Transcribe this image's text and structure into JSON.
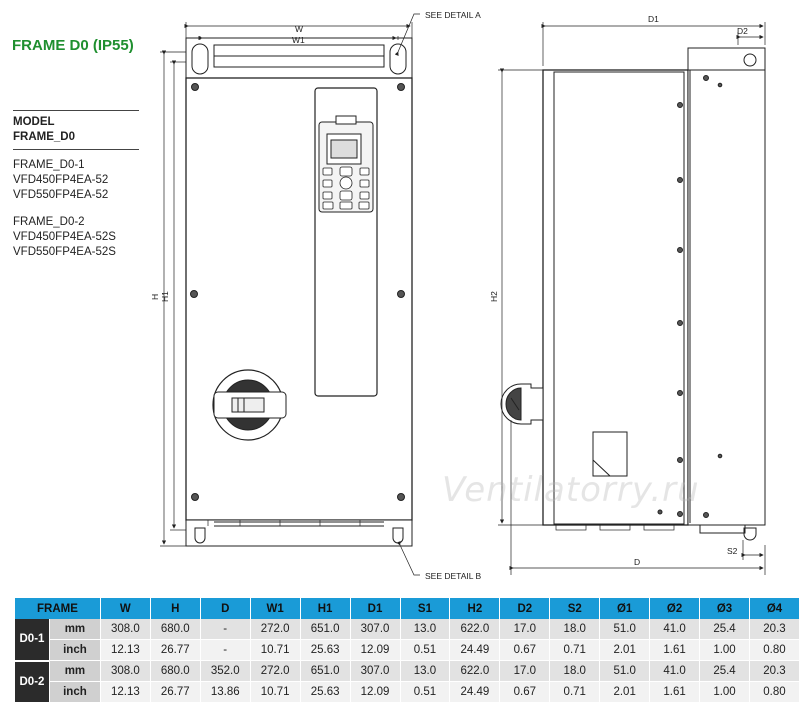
{
  "title": "FRAME D0 (IP55)",
  "models": {
    "header": [
      "MODEL",
      "FRAME_D0"
    ],
    "group1": [
      "FRAME_D0-1",
      "VFD450FP4EA-52",
      "VFD550FP4EA-52"
    ],
    "group2": [
      "FRAME_D0-2",
      "VFD450FP4EA-52S",
      "VFD550FP4EA-52S"
    ]
  },
  "callouts": {
    "detail_a": "SEE DETAIL A",
    "detail_b": "SEE DETAIL B"
  },
  "dimension_labels": {
    "w": "W",
    "w1": "W1",
    "h": "H",
    "h1": "H1",
    "h2": "H2",
    "d": "D",
    "d1": "D1",
    "d2": "D2",
    "s2": "S2"
  },
  "watermark": "Ventilatorry.ru",
  "table": {
    "headers": [
      "FRAME",
      "W",
      "H",
      "D",
      "W1",
      "H1",
      "D1",
      "S1",
      "H2",
      "D2",
      "S2",
      "Ø1",
      "Ø2",
      "Ø3",
      "Ø4"
    ],
    "groups": [
      {
        "frame": "D0-1",
        "rows": [
          {
            "unit": "mm",
            "values": [
              "308.0",
              "680.0",
              "-",
              "272.0",
              "651.0",
              "307.0",
              "13.0",
              "622.0",
              "17.0",
              "18.0",
              "51.0",
              "41.0",
              "25.4",
              "20.3"
            ]
          },
          {
            "unit": "inch",
            "values": [
              "12.13",
              "26.77",
              "-",
              "10.71",
              "25.63",
              "12.09",
              "0.51",
              "24.49",
              "0.67",
              "0.71",
              "2.01",
              "1.61",
              "1.00",
              "0.80"
            ]
          }
        ]
      },
      {
        "frame": "D0-2",
        "rows": [
          {
            "unit": "mm",
            "values": [
              "308.0",
              "680.0",
              "352.0",
              "272.0",
              "651.0",
              "307.0",
              "13.0",
              "622.0",
              "17.0",
              "18.0",
              "51.0",
              "41.0",
              "25.4",
              "20.3"
            ]
          },
          {
            "unit": "inch",
            "values": [
              "12.13",
              "26.77",
              "13.86",
              "10.71",
              "25.63",
              "12.09",
              "0.51",
              "24.49",
              "0.67",
              "0.71",
              "2.01",
              "1.61",
              "1.00",
              "0.80"
            ]
          }
        ]
      }
    ]
  }
}
